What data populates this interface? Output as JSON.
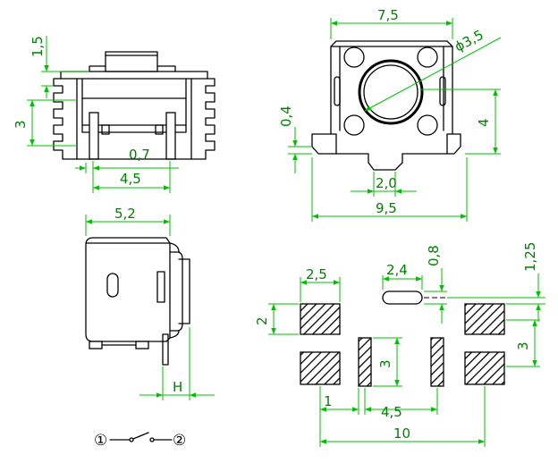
{
  "colors": {
    "outline": "#000000",
    "dimension": "#00c000",
    "dimension_text": "#008000",
    "background": "#ffffff"
  },
  "side_view": {
    "dim_top_height": "1,5",
    "dim_body_height": "3",
    "dim_lead_width": "0,7",
    "dim_lead_pitch": "4,5"
  },
  "top_view": {
    "dim_width": "7,5",
    "dim_diameter": "ϕ3,5",
    "dim_foot_thickness": "0,4",
    "dim_height": "4",
    "dim_tab_width": "2,0",
    "dim_overall_width": "9,5"
  },
  "end_view": {
    "dim_depth": "5,2",
    "dim_stem_label": "H"
  },
  "footprint": {
    "dim_pad_width": "2,5",
    "dim_slot_length": "2,4",
    "dim_slot_width": "0,8",
    "dim_slot_offset": "1,25",
    "dim_pad_height": "2",
    "dim_center_pad_height": "3",
    "dim_pad_spacing": "3",
    "dim_center_pad_width": "1",
    "dim_center_pitch": "4,5",
    "dim_total_width": "10"
  },
  "schematic": {
    "terminal_1": "①",
    "terminal_2": "②"
  }
}
